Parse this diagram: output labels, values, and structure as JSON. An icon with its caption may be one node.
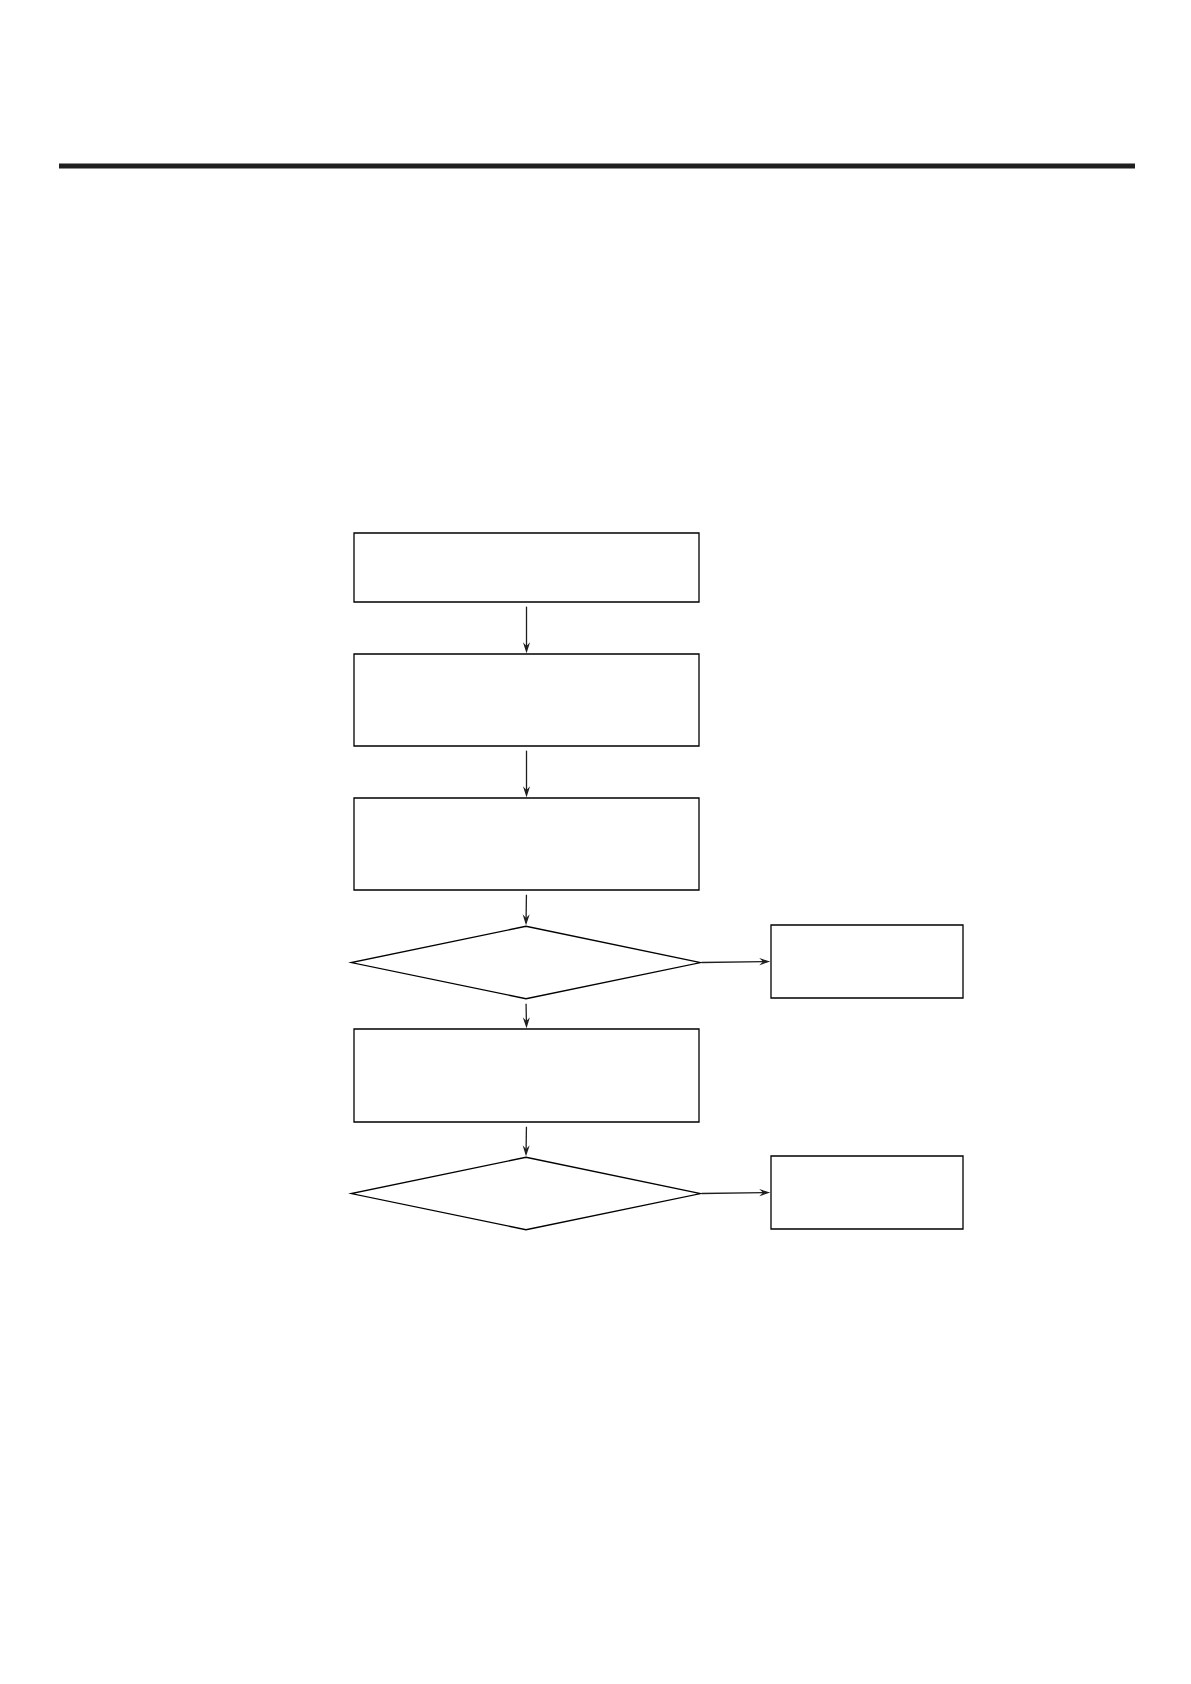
{
  "diagram": {
    "nodes": [
      {
        "text": [],
        "shape": "box"
      },
      {
        "text": [],
        "shape": "box"
      },
      {
        "text": [],
        "shape": "box"
      },
      {
        "text": [],
        "shape": "diamond"
      },
      {
        "text": [],
        "shape": "box"
      },
      {
        "text": [],
        "shape": "box"
      },
      {
        "text": [],
        "shape": "diamond"
      },
      {
        "text": [],
        "shape": "box"
      }
    ],
    "edges": [
      {
        "from": 0,
        "to": 1,
        "arrow": "to"
      },
      {
        "from": 1,
        "to": 2,
        "arrow": "to"
      },
      {
        "from": 2,
        "to": 3,
        "arrow": "to"
      },
      {
        "from": 3,
        "to": 4,
        "arrow": "to"
      },
      {
        "from": 3,
        "to": 5,
        "arrow": "to"
      },
      {
        "from": 5,
        "to": 6,
        "arrow": "to"
      },
      {
        "from": 6,
        "to": 7,
        "arrow": "to"
      }
    ]
  }
}
